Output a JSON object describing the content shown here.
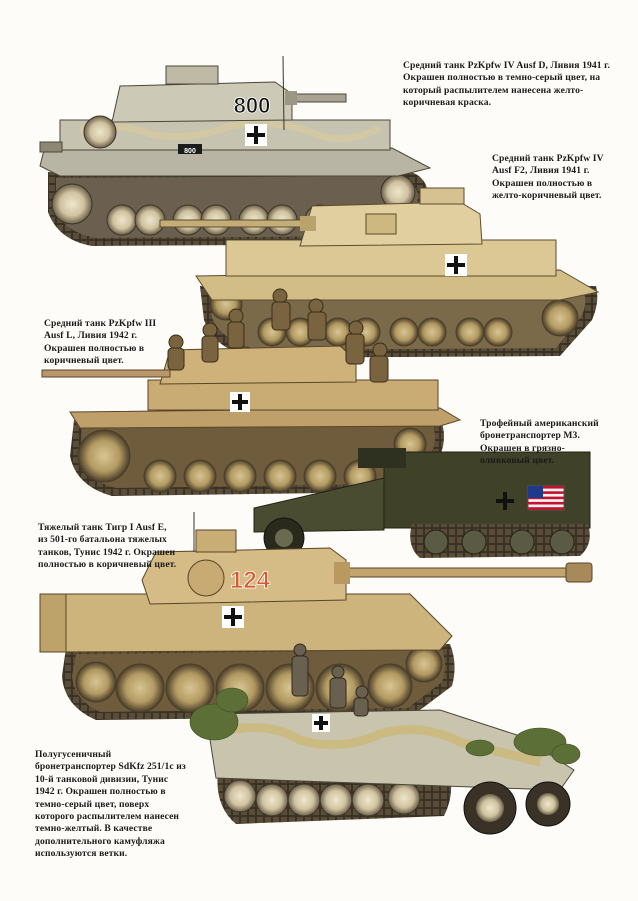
{
  "captions": [
    "Средний танк PzKpfw IV Ausf D, Ливия 1941 г. Окрашен полностью в темно-серый цвет, на который распылителем нанесена желто-коричневая краска.",
    "Средний танк PzKpfw IV Ausf F2, Ливия 1941 г. Окрашен полностью в желто-коричневый цвет.",
    "Средний танк PzKpfw III Ausf L, Ливия 1942 г. Окрашен полностью в коричневый цвет.",
    "Трофейный американский бронетранспортер M3. Окрашен в грязно-оливковый цвет.",
    "Тяжелый танк Тигр I Ausf E, из 501-го батальона тяжелых танков, Тунис 1942 г. Окрашен полностью в коричневый цвет.",
    "Полугусеничный бронетранспортер SdKfz 251/1c из 10-й танковой дивизии, Тунис 1942 г. Окрашен полностью в темно-серый цвет, поверх которого распылителем нанесен темно-желтый. В качестве дополнительного камуфляжа используются ветки."
  ],
  "markings": {
    "pz4d_number": "800",
    "pz4d_plate": "800",
    "tiger_number": "124"
  },
  "colors": {
    "background": "#fdfcf8",
    "grey_camo": "#b9b5a4",
    "sand": "#d6c08a",
    "brown_sand": "#c8aa6e",
    "olive": "#3f4128",
    "track": "#3a3226",
    "tiger_number_red": "#d65a2a"
  }
}
